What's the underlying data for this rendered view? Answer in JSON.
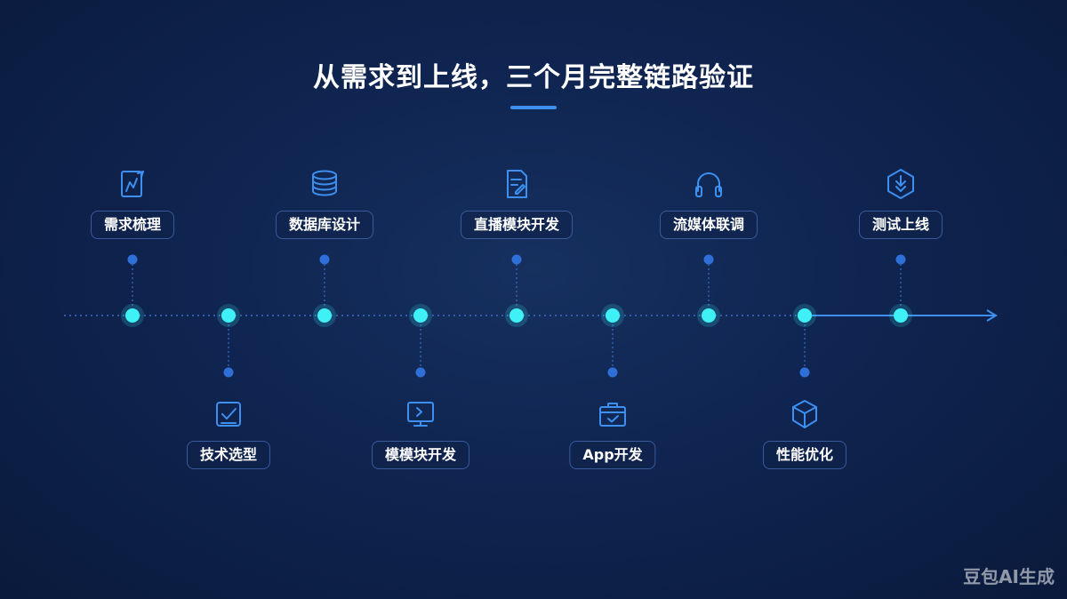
{
  "title": "从需求到上线，三个月完整链路验证",
  "watermark": "豆包AI生成",
  "colors": {
    "accent": "#3d8ff0",
    "node": "#3ff0f6",
    "connector_dot": "#2f6fd8"
  },
  "stages": [
    {
      "label": "需求梳理",
      "icon": "requirements-chart-icon",
      "position": "top"
    },
    {
      "label": "技术选型",
      "icon": "selection-check-icon",
      "position": "bottom"
    },
    {
      "label": "数据库设计",
      "icon": "database-icon",
      "position": "top"
    },
    {
      "label": "模模块开发",
      "icon": "terminal-screen-icon",
      "position": "bottom"
    },
    {
      "label": "直播模块开发",
      "icon": "document-edit-icon",
      "position": "top"
    },
    {
      "label": "App开发",
      "icon": "briefcase-check-icon",
      "position": "bottom"
    },
    {
      "label": "流媒体联调",
      "icon": "headphones-icon",
      "position": "top"
    },
    {
      "label": "性能优化",
      "icon": "cube-icon",
      "position": "bottom"
    },
    {
      "label": "测试上线",
      "icon": "hexagon-download-icon",
      "position": "top"
    }
  ]
}
